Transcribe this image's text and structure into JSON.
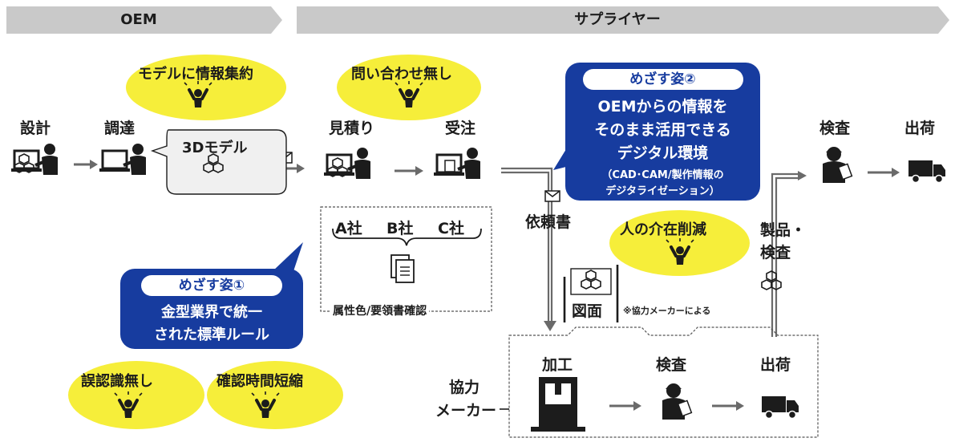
{
  "banners": {
    "oem": "OEM",
    "supplier": "サプライヤー"
  },
  "oem": {
    "design": "設計",
    "procurement": "調達",
    "model_bubble": "3Dモデル",
    "callout": "モデルに情報集約"
  },
  "supplier": {
    "estimate": "見積り",
    "order": "受注",
    "inspection": "検査",
    "shipping": "出荷",
    "no_inquiry": "問い合わせ無し",
    "companies": [
      "A社",
      "B社",
      "C社"
    ],
    "attribute_check": "属性色/要領書確認",
    "request_doc": "依頼書",
    "drawing": "図面",
    "drawing_note": "※協力メーカーによる",
    "reduce_human": "人の介在削減",
    "product_inspection": [
      "製品・",
      "検査"
    ]
  },
  "goal1": {
    "title": "めざす姿①",
    "lines": [
      "金型業界で統一",
      "された標準ルール"
    ]
  },
  "goal2": {
    "title": "めざす姿②",
    "lines": [
      "OEMからの情報を",
      "そのまま活用できる",
      "デジタル環境"
    ],
    "sub": [
      "（CAD･CAM/製作情報の",
      "デジタライゼーション）"
    ]
  },
  "benefits": {
    "no_misrecognition": "誤認識無し",
    "shorter_check": "確認時間短縮"
  },
  "partner": {
    "label": [
      "協力",
      "メーカー"
    ],
    "machining": "加工",
    "inspection": "検査",
    "shipping": "出荷"
  },
  "colors": {
    "navy": "#173c9f",
    "yellow": "#f6ee3a",
    "banner": "#c9c9c9"
  }
}
